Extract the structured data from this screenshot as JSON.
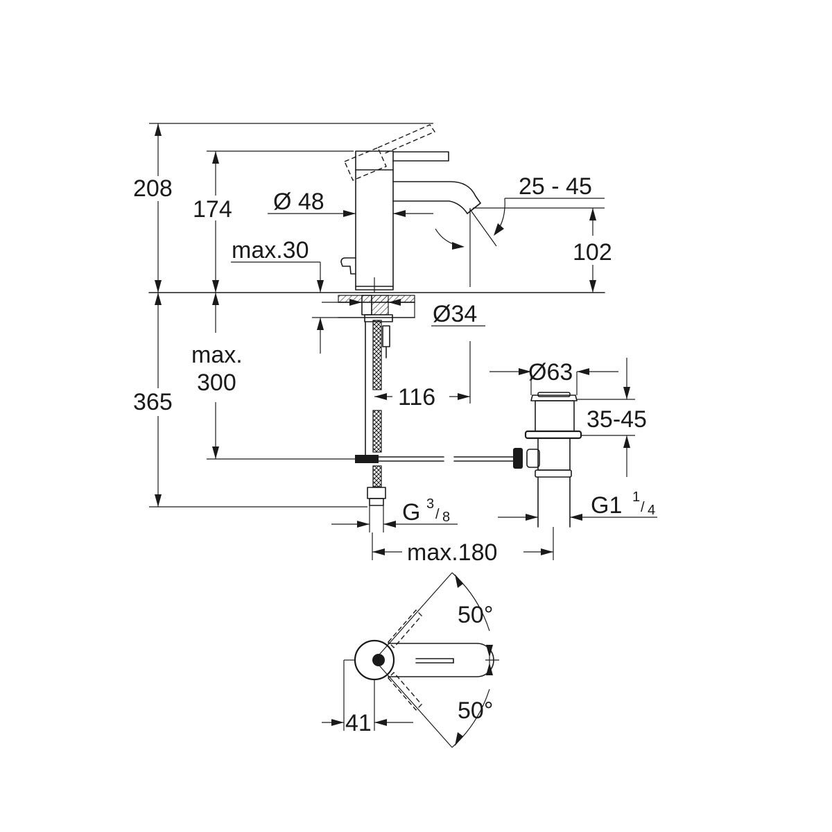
{
  "side_view": {
    "dim_total_height": "208",
    "dim_body_height": "174",
    "dim_body_diameter": "Ø 48",
    "dim_spout_angle": "25 - 45",
    "dim_spout_height": "102",
    "dim_deck_thickness": "max.30",
    "dim_hole_diameter": "Ø34",
    "dim_below_deck": "365",
    "dim_hose_length_line1": "max.",
    "dim_hose_length_line2": "300",
    "dim_spout_reach": "116",
    "dim_waste_diameter": "Ø63",
    "dim_waste_range": "35-45",
    "dim_supply_thread_base": "G",
    "dim_supply_thread_num": "3",
    "dim_supply_thread_den": "8",
    "dim_waste_thread_base": "G1",
    "dim_waste_thread_num": "1",
    "dim_waste_thread_den": "4",
    "dim_max_reach": "max.180"
  },
  "top_view": {
    "dim_angle_upper": "50°",
    "dim_angle_lower": "50°",
    "dim_offset": "41"
  }
}
